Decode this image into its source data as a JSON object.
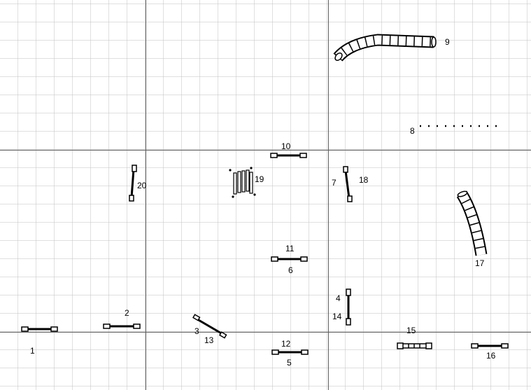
{
  "course": {
    "labels": {
      "l1": "1",
      "l2": "2",
      "l3": "3",
      "l4": "4",
      "l5": "5",
      "l6": "6",
      "l7": "7",
      "l8": "8",
      "l9": "9",
      "l10": "10",
      "l11": "11",
      "l12": "12",
      "l13": "13",
      "l14": "14",
      "l15": "15",
      "l16": "16",
      "l17": "17",
      "l18": "18",
      "l19": "19",
      "l20": "20"
    }
  },
  "colors": {
    "grid": "#c0c0c0",
    "major_grid": "#606060",
    "obstacle": "#000000"
  }
}
